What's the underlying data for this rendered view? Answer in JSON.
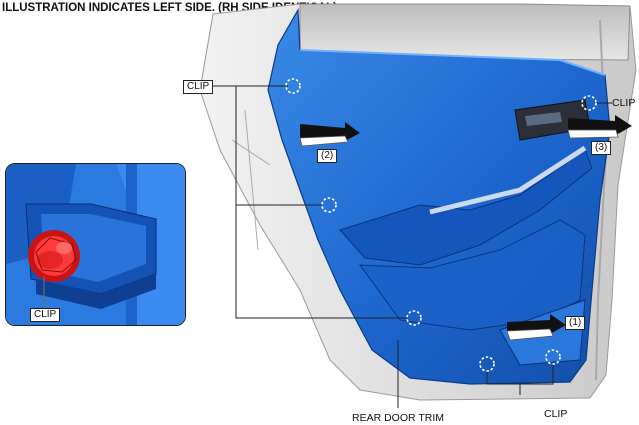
{
  "header": {
    "title": "ILLUSTRATION INDICATES LEFT SIDE. (RH SIDE IDENTICAL)"
  },
  "labels": {
    "clip": "CLIP",
    "rear_door_trim": "REAR DOOR TRIM",
    "step_1": "(1)",
    "step_2": "(2)",
    "step_3": "(3)"
  },
  "colors": {
    "trim_blue": "#1f6ed4",
    "trim_dark": "#0d3f93",
    "door_frame": "#d9d9d9",
    "clip_red": "#e02020"
  },
  "icons": {
    "clip_marker": "dashed-circle",
    "direction_arrow": "block-arrow"
  }
}
